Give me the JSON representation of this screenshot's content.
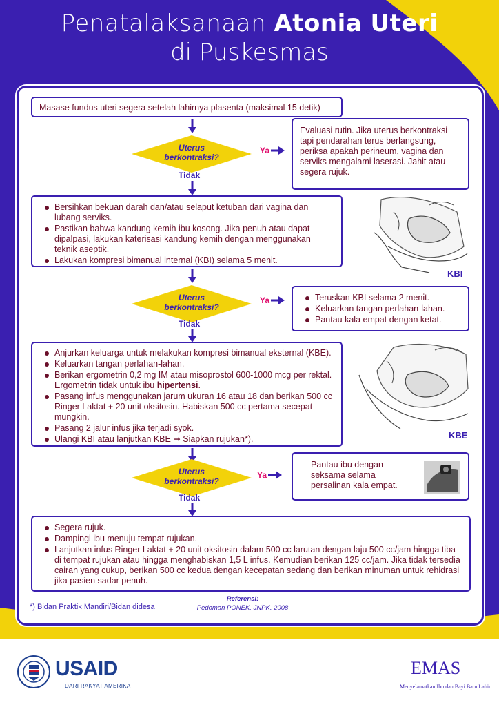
{
  "title": {
    "line1_normal": "Penatalaksanaan ",
    "line1_bold": "Atonia Uteri",
    "line2": "di Puskesmas"
  },
  "step1": {
    "text": "Masase fundus uteri segera setelah lahirnya plasenta (maksimal 15 detik)"
  },
  "decision1": {
    "question_line1": "Uterus",
    "question_line2": "berkontraksi?",
    "yes": "Ya",
    "no": "Tidak",
    "yes_text": "Evaluasi rutin. Jika uterus berkontraksi tapi pendarahan terus berlangsung, periksa apakah perineum, vagina dan serviks mengalami laserasi. Jahit atau segera rujuk."
  },
  "step2": {
    "items": [
      "Bersihkan bekuan darah dan/atau selaput ketuban dari vagina dan lubang serviks.",
      "Pastikan bahwa kandung kemih ibu kosong. Jika penuh atau dapat dipalpasi, lakukan katerisasi kandung kemih dengan menggunakan teknik aseptik.",
      "Lakukan kompresi bimanual internal (KBI) selama 5 menit."
    ],
    "illustration_label": "KBI"
  },
  "decision2": {
    "question_line1": "Uterus",
    "question_line2": "berkontraksi?",
    "yes": "Ya",
    "no": "Tidak",
    "yes_items": [
      "Teruskan KBI selama 2 menit.",
      "Keluarkan tangan perlahan-lahan.",
      "Pantau kala empat dengan ketat."
    ]
  },
  "step3": {
    "items": [
      "Anjurkan keluarga untuk melakukan kompresi bimanual eksternal (KBE).",
      "Keluarkan tangan perlahan-lahan.",
      "Berikan ergometrin 0,2 mg IM atau misoprostol 600-1000 mcg per rektal. Ergometrin tidak untuk ibu ",
      "Pasang infus menggunakan jarum ukuran 16 atau 18 dan berikan 500 cc Ringer Laktat + 20 unit oksitosin. Habiskan 500 cc pertama secepat mungkin.",
      "Pasang 2 jalur infus jika terjadi syok.",
      "Ulangi KBI atau lanjutkan KBE ➞ Siapkan rujukan*)."
    ],
    "bold_word": "hipertensi",
    "illustration_label": "KBE"
  },
  "decision3": {
    "question_line1": "Uterus",
    "question_line2": "berkontraksi?",
    "yes": "Ya",
    "no": "Tidak",
    "yes_text": "Pantau ibu dengan seksama selama persalinan kala empat."
  },
  "step4": {
    "items": [
      "Segera rujuk.",
      "Dampingi ibu menuju tempat rujukan.",
      "Lanjutkan infus Ringer Laktat + 20 unit oksitosin dalam 500 cc larutan dengan laju 500 cc/jam hingga tiba di tempat rujukan atau hingga menghabiskan 1,5 L infus. Kemudian berikan 125 cc/jam. Jika tidak tersedia cairan yang cukup, berikan 500 cc kedua dengan kecepatan sedang dan berikan minuman untuk rehidrasi jika pasien sadar penuh."
    ]
  },
  "footnote": "*) Bidan Praktik Mandiri/Bidan didesa",
  "reference": {
    "label": "Referensi:",
    "text": "Pedoman PONEK. JNPK. 2008"
  },
  "logos": {
    "usaid": "USAID",
    "usaid_sub": "DARI RAKYAT AMERIKA",
    "emas": "EMAS",
    "emas_sub": "Menyelamatkan Ibu dan Bayi Baru Lahir"
  },
  "colors": {
    "primary_purple": "#3a1fb0",
    "accent_yellow": "#f2d20a",
    "text_maroon": "#6a0f2a",
    "yes_pink": "#e0106e"
  }
}
